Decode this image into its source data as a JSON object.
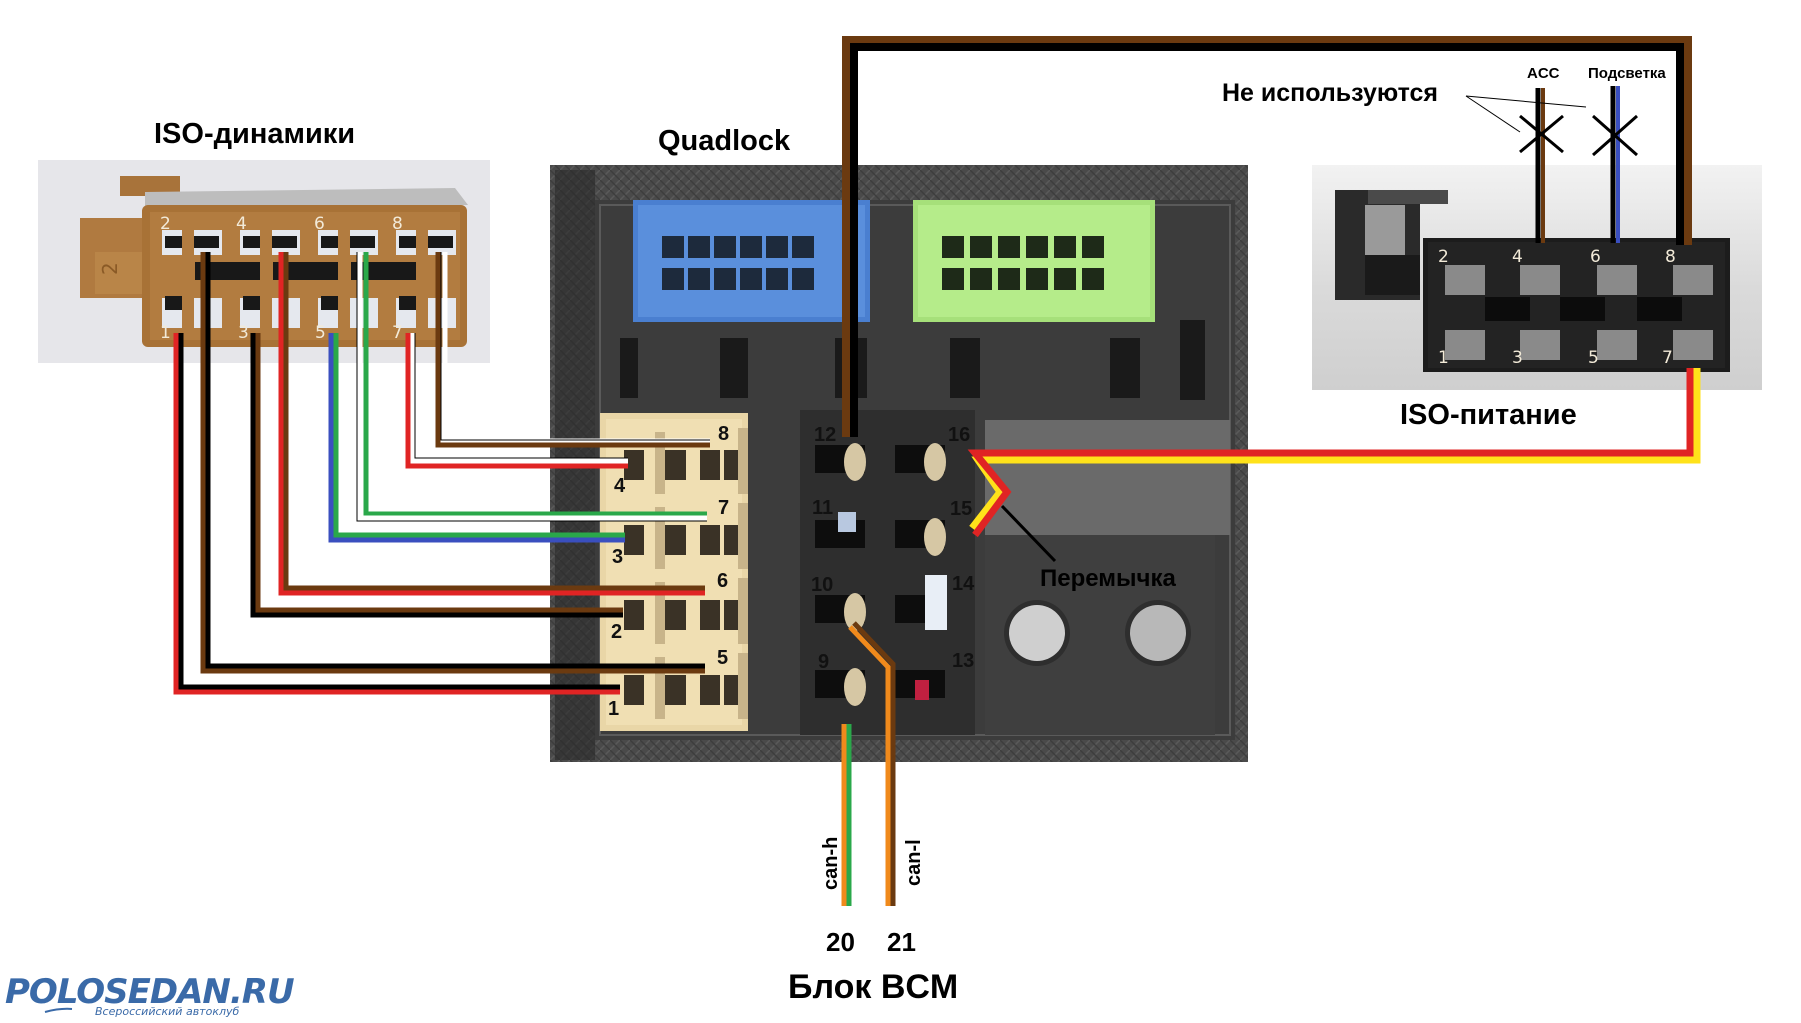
{
  "labels": {
    "iso_speakers": "ISO-динамики",
    "quadlock": "Quadlock",
    "iso_power": "ISO-питание",
    "not_used": "Не используются",
    "acc": "ACC",
    "backlight": "Подсветка",
    "jumper": "Перемычка",
    "can_h": "can-h",
    "can_l": "can-l",
    "bcm_pin_20": "20",
    "bcm_pin_21": "21",
    "bcm_block": "Блок BCM"
  },
  "logo": {
    "name": "POLOSEDAN.RU",
    "tagline": "Всероссийский автоклуб"
  },
  "iso_speakers_pins": {
    "top": [
      "2",
      "4",
      "6",
      "8"
    ],
    "bottom": [
      "1",
      "3",
      "5",
      "7"
    ]
  },
  "iso_power_pins": {
    "top": [
      "2",
      "4",
      "6",
      "8"
    ],
    "bottom": [
      "1",
      "3",
      "5",
      "7"
    ]
  },
  "quadlock_speaker_pins": {
    "left": [
      "4",
      "3",
      "2",
      "1"
    ],
    "right": [
      "8",
      "7",
      "6",
      "5"
    ]
  },
  "quadlock_power_pins": {
    "col1": [
      "12",
      "11",
      "10",
      "9"
    ],
    "col2": [
      "16",
      "15",
      "14",
      "13"
    ]
  },
  "connections": [
    {
      "from": "ISO-динамики 1",
      "to": "Quadlock 1",
      "colors": [
        "#e02424",
        "#000000"
      ]
    },
    {
      "from": "ISO-динамики 2",
      "to": "Quadlock 5",
      "colors": [
        "#6b3a10",
        "#000000"
      ]
    },
    {
      "from": "ISO-динамики 3",
      "to": "Quadlock 2",
      "colors": [
        "#000000",
        "#6b3a10"
      ]
    },
    {
      "from": "ISO-динамики 4",
      "to": "Quadlock 6",
      "colors": [
        "#e02424",
        "#6b3a10"
      ]
    },
    {
      "from": "ISO-динамики 5",
      "to": "Quadlock 3",
      "colors": [
        "#3a4fbf",
        "#2aa84a"
      ]
    },
    {
      "from": "ISO-динамики 6",
      "to": "Quadlock 7",
      "colors": [
        "#ffffff",
        "#2aa84a"
      ]
    },
    {
      "from": "ISO-динамики 7",
      "to": "Quadlock 4",
      "colors": [
        "#e02424",
        "#ffffff"
      ]
    },
    {
      "from": "ISO-динамики 8",
      "to": "Quadlock 8",
      "colors": [
        "#6b3a10",
        "#ffffff"
      ]
    },
    {
      "from": "Quadlock 12",
      "to": "ISO-питание 8",
      "colors": [
        "#000000",
        "#6b3a10"
      ]
    },
    {
      "from": "ISO-питание 7",
      "to": "Quadlock 16 + 15",
      "colors": [
        "#e02424",
        "#ffe21a"
      ]
    },
    {
      "from": "Quadlock 9",
      "to": "BCM 20 (can-h)",
      "colors": [
        "#f08a1c",
        "#2aa84a"
      ]
    },
    {
      "from": "Quadlock 10",
      "to": "BCM 21 (can-l)",
      "colors": [
        "#f08a1c",
        "#6b3a10"
      ]
    }
  ],
  "unused": [
    {
      "pin": "ISO-питание 4",
      "name": "ACC",
      "colors": [
        "#000000",
        "#6b3a10"
      ]
    },
    {
      "pin": "ISO-питание 6",
      "name": "Подсветка",
      "colors": [
        "#000000",
        "#3a4fbf"
      ]
    }
  ]
}
